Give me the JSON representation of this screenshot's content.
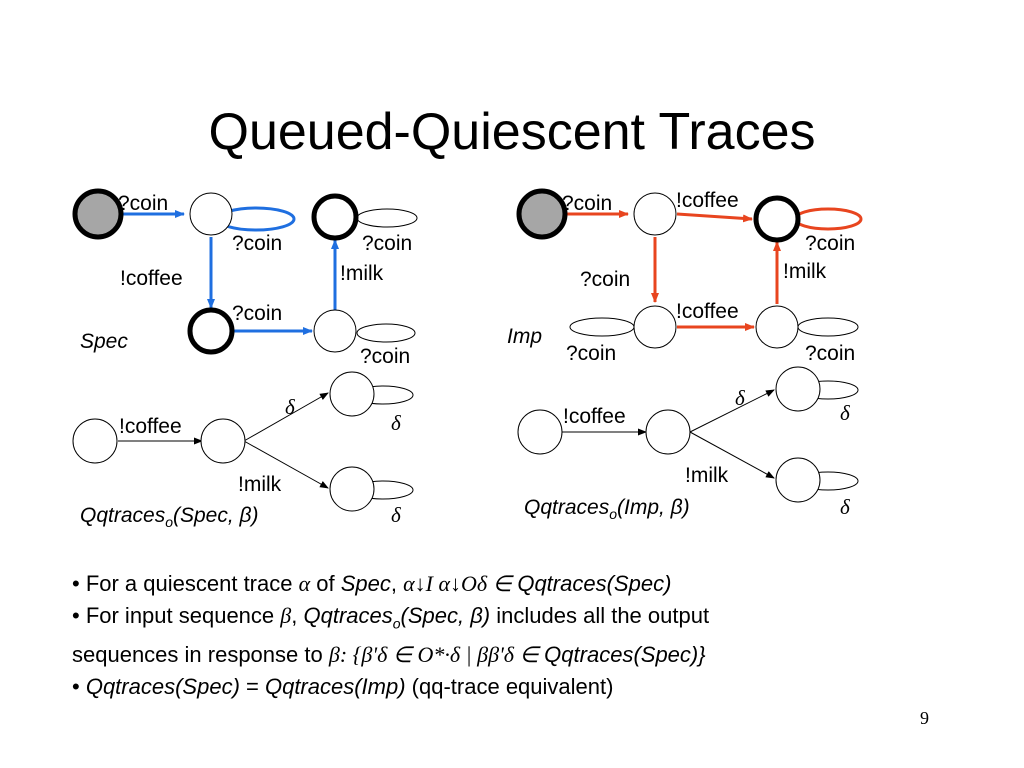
{
  "slide": {
    "title": "Queued-Quiescent Traces",
    "page_number": "9"
  },
  "spec": {
    "name": "Spec",
    "labels": {
      "coin_in": "?coin",
      "coin_loop_s1": "?coin",
      "coin_loop_s3": "?coin",
      "coffee": "!coffee",
      "coin_s2_s4": "?coin",
      "milk": "!milk",
      "coin_loop_s4": "?coin"
    }
  },
  "imp": {
    "name": "Imp",
    "labels": {
      "coin_in": "?coin",
      "coffee_top": "!coffee",
      "coin_loop_s3": "?coin",
      "coin_down": "?coin",
      "milk": "!milk",
      "coffee_mid": "!coffee",
      "coin_loop_s4": "?coin",
      "coin_loop_s5": "?coin"
    }
  },
  "qq_spec": {
    "coffee": "!coffee",
    "delta_upper": "δ",
    "delta_upper_loop": "δ",
    "milk": "!milk",
    "delta_lower_loop": "δ",
    "caption_main": "Qqtraces",
    "caption_sub": "o",
    "caption_args": "(Spec, β)"
  },
  "qq_imp": {
    "coffee": "!coffee",
    "delta_upper": "δ",
    "delta_upper_loop": "δ",
    "milk": "!milk",
    "delta_lower_loop": "δ",
    "caption_main": "Qqtraces",
    "caption_sub": "o",
    "caption_args": "(Imp, β)"
  },
  "bullets": {
    "b1": {
      "lead": "• For a quiescent trace ",
      "alpha": "α",
      "of": " of ",
      "spec": "Spec",
      "comma": ", ",
      "expr": "α↓I α↓Oδ ∈ ",
      "qq": "Qqtraces",
      "paren_spec": "(Spec)"
    },
    "b2": {
      "lead": "• For input sequence ",
      "beta": "β",
      "comma": ", ",
      "qq": "Qqtraces",
      "sub": "o",
      "args": "(Spec, β)",
      "rest": " includes all the output"
    },
    "b2_cont": {
      "lead": "sequences in response to ",
      "beta": "β",
      "set": ": {β'δ  ∈ O*·δ | ββ'δ ∈ ",
      "qq": "Qqtraces",
      "close": "(Spec)}"
    },
    "b3": {
      "lead": "• ",
      "qq1": "Qqtraces",
      "spec": "(Spec)",
      "eq": " = ",
      "qq2": "Qqtraces",
      "imp": "(Imp)",
      "rest": " (qq-trace equivalent)"
    }
  },
  "colors": {
    "spec_edge": "#1f6fe0",
    "imp_edge": "#e8451f",
    "initial_fill": "#a6a6a6",
    "stroke": "#000000"
  }
}
